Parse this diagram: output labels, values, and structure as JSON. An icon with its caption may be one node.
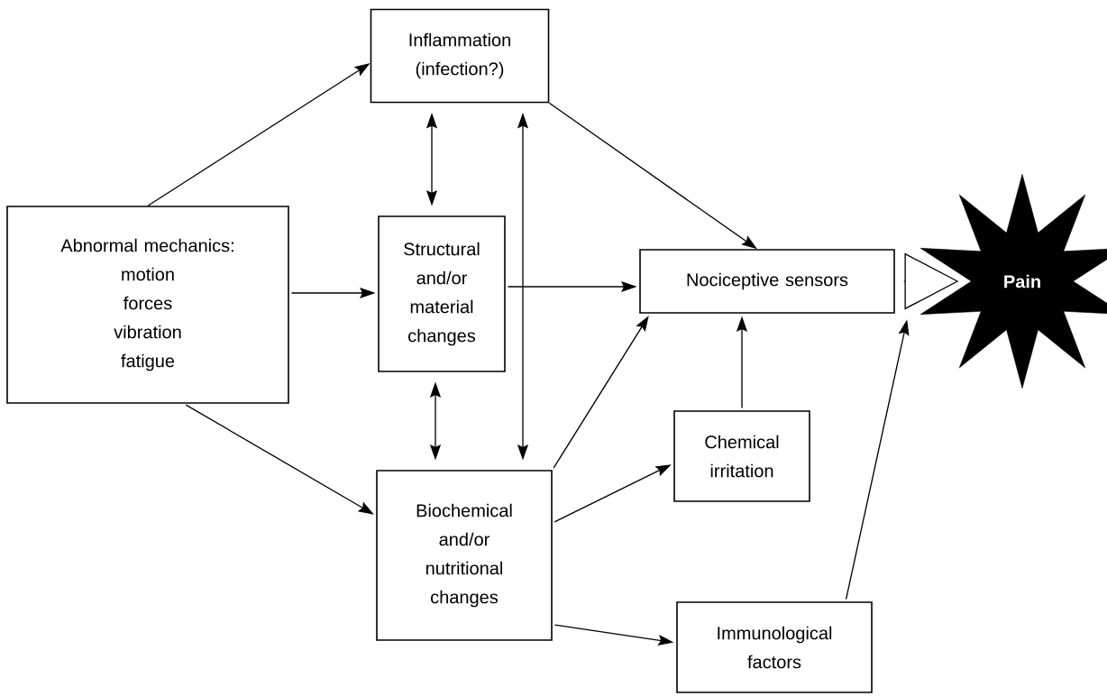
{
  "diagram": {
    "nodes": [
      {
        "text": [
          "Inflammation (infection?)"
        ]
      },
      {
        "text": [
          "Abnormal mechanics:",
          "motion forces vibration fatigue"
        ]
      },
      {
        "text": [
          "Structural and/or material changes"
        ]
      },
      {
        "text": [
          "Nociceptive sensors"
        ]
      },
      {
        "text": [
          "Pain"
        ]
      },
      {
        "text": [
          "Chemical irritation"
        ]
      },
      {
        "text": [
          "Biochemical and/or nutritional changes"
        ]
      },
      {
        "text": [
          "Immunological factors"
        ]
      }
    ],
    "edges": [
      {
        "from": 1,
        "to": 0,
        "arrow": "to"
      },
      {
        "from": 1,
        "to": 2,
        "arrow": "to"
      },
      {
        "from": 1,
        "to": 6,
        "arrow": "to"
      },
      {
        "from": 0,
        "to": 2,
        "arrow": "both"
      },
      {
        "from": 0,
        "to": 6,
        "arrow": "both"
      },
      {
        "from": 2,
        "to": 6,
        "arrow": "both"
      },
      {
        "from": 0,
        "to": 3,
        "arrow": "to"
      },
      {
        "from": 2,
        "to": 3,
        "arrow": "to"
      },
      {
        "from": 6,
        "to": 3,
        "arrow": "to"
      },
      {
        "from": 6,
        "to": 5,
        "arrow": "to"
      },
      {
        "from": 5,
        "to": 3,
        "arrow": "to"
      },
      {
        "from": 6,
        "to": 7,
        "arrow": "to"
      },
      {
        "from": 7,
        "to": 3,
        "arrow": "to"
      },
      {
        "from": 3,
        "to": 4,
        "arrow": "to"
      }
    ]
  }
}
